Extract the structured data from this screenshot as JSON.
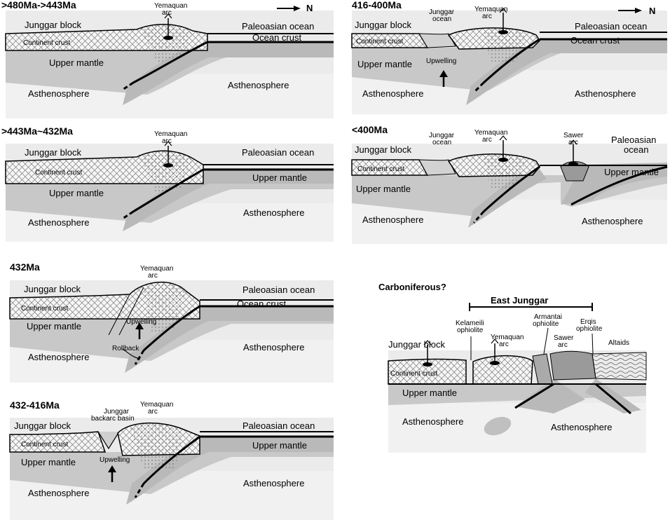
{
  "north_label": "N",
  "panels": {
    "p1": {
      "stage": ">480Ma->443Ma",
      "block": "Junggar block",
      "arc1": "Yemaquan",
      "arc2": "arc",
      "ocean": "Paleoasian ocean",
      "crust": "Continent  crust",
      "ocean_crust": "Ocean  crust",
      "mantle": "Upper mantle",
      "astheno_left": "Asthenosphere",
      "astheno_right": "Asthenosphere"
    },
    "p2": {
      "stage": ">443Ma~432Ma",
      "block": "Junggar block",
      "arc1": "Yemaquan",
      "arc2": "arc",
      "ocean": "Paleoasian ocean",
      "crust": "Continent  crust",
      "mantle_left": "Upper mantle",
      "mantle_right": "Upper mantle",
      "astheno_left": "Asthenosphere",
      "astheno_right": "Asthenosphere"
    },
    "p3": {
      "stage": "432Ma",
      "block": "Junggar block",
      "arc1": "Yemaquan",
      "arc2": "arc",
      "ocean": "Paleoasian ocean",
      "crust": "Continent  crust",
      "ocean_crust": "Ocean  crust",
      "mantle": "Upper mantle",
      "upwelling": "Upwelling",
      "rollback": "Rollback",
      "astheno_left": "Asthenosphere",
      "astheno_right": "Asthenosphere"
    },
    "p4": {
      "stage": "432-416Ma",
      "block": "Junggar block",
      "basin1": "Junggar",
      "basin2": "backarc basin",
      "arc1": "Yemaquan",
      "arc2": "arc",
      "ocean": "Paleoasian ocean",
      "crust": "Continent  crust",
      "mantle_left": "Upper mantle",
      "mantle_right": "Upper mantle",
      "upwelling": "Upwelling",
      "astheno_left": "Asthenosphere",
      "astheno_right": "Asthenosphere"
    },
    "p5": {
      "stage": "416-400Ma",
      "block": "Junggar block",
      "jocean1": "Junggar",
      "jocean2": "ocean",
      "arc1": "Yemaquan",
      "arc2": "arc",
      "ocean": "Paleoasian ocean",
      "crust": "Continent  crust",
      "ocean_crust": "Ocean  crust",
      "mantle": "Upper mantle",
      "upwelling": "Upwelling",
      "astheno_left": "Asthenosphere",
      "astheno_right": "Asthenosphere"
    },
    "p6": {
      "stage": "<400Ma",
      "block": "Junggar block",
      "jocean1": "Junggar",
      "jocean2": "ocean",
      "arc1": "Yemaquan",
      "arc2": "arc",
      "sawer1": "Sawer",
      "sawer2": "arc",
      "ocean1": "Paleoasian",
      "ocean2": "ocean",
      "crust": "Continent  crust",
      "mantle_left": "Upper mantle",
      "mantle_right": "Upper mantle",
      "astheno_left": "Asthenosphere",
      "astheno_right": "Asthenosphere"
    },
    "p7": {
      "stage": "Carboniferous?",
      "east_junggar": "East  Junggar",
      "kel1": "Kelameili",
      "kel2": "ophiolite",
      "arm1": "Armantai",
      "arm2": "ophiolite",
      "erq1": "Erqis",
      "erq2": "ophiolite",
      "block": "Junggar block",
      "arc1": "Yemaquan",
      "arc2": "arc",
      "sawer1": "Sawer",
      "sawer2": "arc",
      "altaids": "Altaids",
      "crust": "Continent  crust",
      "mantle": "Upper mantle",
      "astheno_left": "Asthenosphere",
      "astheno_right": "Asthenosphere"
    }
  }
}
